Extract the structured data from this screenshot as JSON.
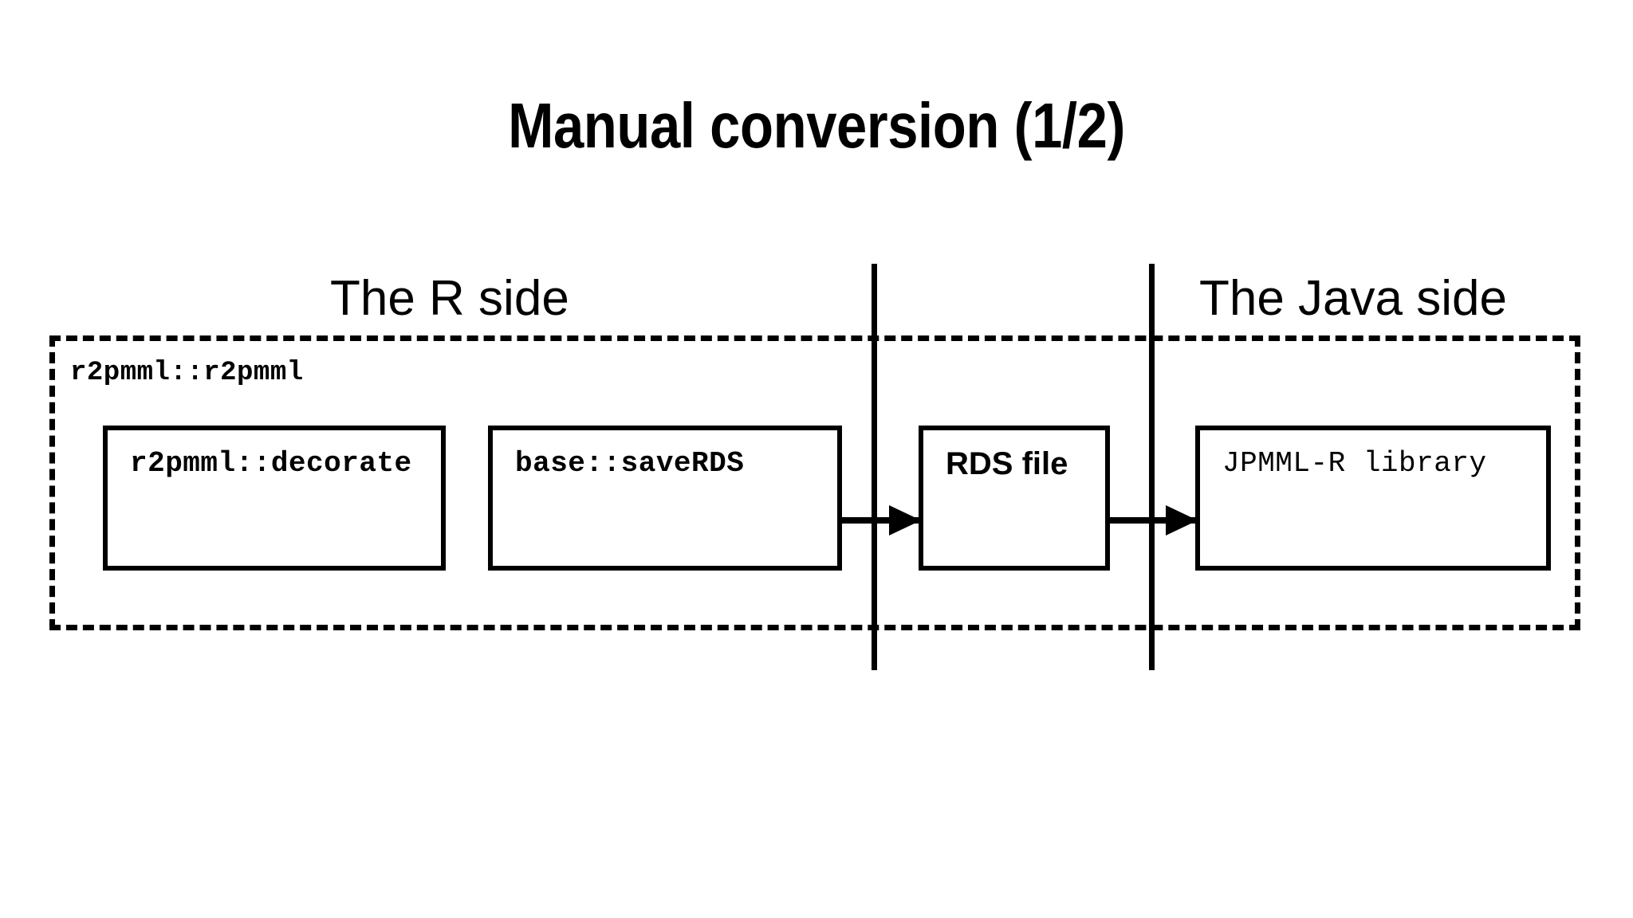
{
  "slide": {
    "title": "Manual conversion (1/2)",
    "background_color": "#ffffff",
    "ink_color": "#000000"
  },
  "sides": {
    "left_label": "The R side",
    "right_label": "The Java side"
  },
  "container": {
    "label": "r2pmml::r2pmml",
    "style": "dashed"
  },
  "nodes": [
    {
      "id": "decorate",
      "label": "r2pmml::decorate",
      "font": "mono-bold"
    },
    {
      "id": "saverds",
      "label": "base::saveRDS",
      "font": "mono-bold"
    },
    {
      "id": "rdsfile",
      "label": "RDS file",
      "font": "sans-bold"
    },
    {
      "id": "jpmml",
      "label": "JPMML-R library",
      "font": "mono-regular"
    }
  ],
  "arrows": [
    {
      "id": "saverds-to-rdsfile",
      "from": "saverds",
      "to": "rdsfile"
    },
    {
      "id": "rdsfile-to-jpmml",
      "from": "rdsfile",
      "to": "jpmml"
    }
  ],
  "dividers": [
    {
      "id": "divider-1"
    },
    {
      "id": "divider-2"
    }
  ]
}
